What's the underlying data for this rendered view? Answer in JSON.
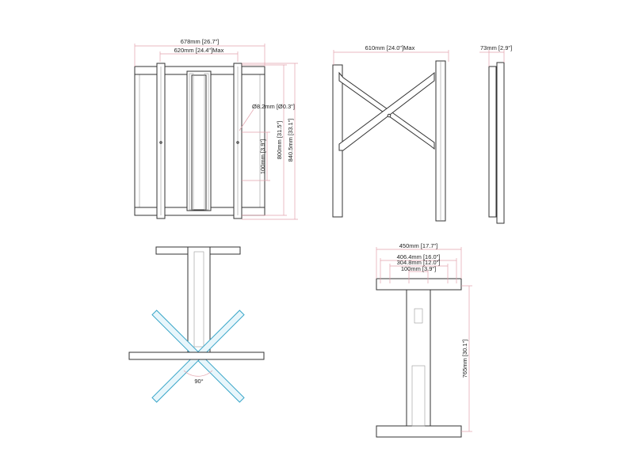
{
  "front_view": {
    "overall_width": "678mm [26.7\"]",
    "max_hole_width": "620mm [24.4\"]Max",
    "hole_diameter": "Ø8.2mm [Ø0.3\"]",
    "max_hole_height": "800mm [31.5\"]",
    "overall_height": "840.5mm [33.1\"]",
    "hole_spacing": "100mm [3.9\"]"
  },
  "open_view": {
    "max_width": "610mm [24.0\"]Max"
  },
  "side_view": {
    "depth": "73mm [2.9\"]"
  },
  "rotation_view": {
    "angle": "90°"
  },
  "wall_plate_view": {
    "width": "450mm [17.7\"]",
    "stud_spacing_16": "406.4mm [16.0\"]",
    "stud_spacing_12": "304.8mm [12.0\"]",
    "hole_spacing": "100mm [3.9\"]",
    "height": "765mm [30.1\"]"
  },
  "colors": {
    "dimension": "#e3a3ad",
    "rotation": "#3aa6c9",
    "line": "#333333"
  }
}
